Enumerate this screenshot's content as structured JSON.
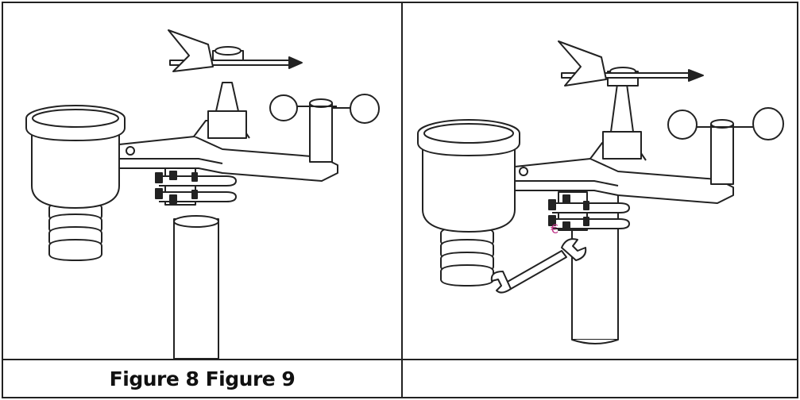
{
  "table": {
    "caption_left": "Figure 8 Figure 9",
    "caption_right": ""
  },
  "figures": [
    {
      "id": "figure-8",
      "content": "weather station assembly above mounting pole"
    },
    {
      "id": "figure-9",
      "content": "weather station mounted on pole, bolts tightened with wrench"
    }
  ],
  "annotation_glyph": "€",
  "colors": {
    "line": "#222222",
    "annotation": "#c0398a"
  }
}
